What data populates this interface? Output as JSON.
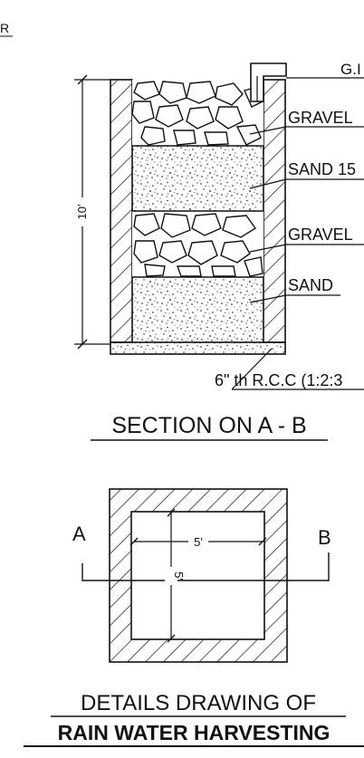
{
  "corner_text": "R",
  "section": {
    "height_dim": "10'",
    "pipe_label": "G.I",
    "layers": [
      {
        "label": "GRAVEL"
      },
      {
        "label": "SAND 15"
      },
      {
        "label": "GRAVEL"
      },
      {
        "label": "SAND"
      }
    ],
    "base_label": "6\" th R.C.C (1:2:3",
    "title": "SECTION ON  A - B"
  },
  "plan": {
    "label_a": "A",
    "label_b": "B",
    "width_dim": "5'",
    "depth_dim": "5'"
  },
  "footer": {
    "line1": "DETAILS DRAWING OF",
    "line2": "RAIN WATER HARVESTING"
  },
  "colors": {
    "ink": "#111111",
    "background": "#ffffff"
  }
}
